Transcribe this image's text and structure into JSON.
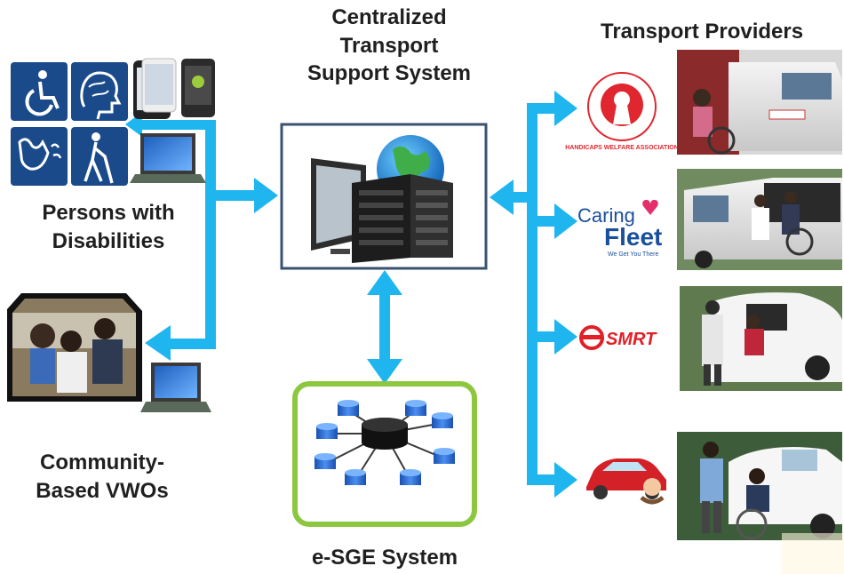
{
  "center": {
    "title_lines": [
      "Centralized",
      "Transport",
      "Support System"
    ]
  },
  "providers": {
    "title": "Transport Providers",
    "items": [
      {
        "name": "Handicaps Welfare Association",
        "logo_text": "HANDICAPS WELFARE ASSOCIATION",
        "logo_icon": "hwa-keyhole-logo"
      },
      {
        "name": "Caring Fleet",
        "logo_line1": "Caring",
        "logo_line2": "Fleet",
        "tagline": "We Get You There",
        "logo_icon": "caring-fleet-logo"
      },
      {
        "name": "SMRT",
        "logo_text": "SMRT",
        "logo_icon": "smrt-logo"
      },
      {
        "name": "Private car",
        "logo_icon": "red-car-driver-icon"
      }
    ]
  },
  "persons": {
    "title_lines": [
      "Persons with",
      "Disabilities"
    ]
  },
  "vwos": {
    "title_lines": [
      "Community-",
      "Based VWOs"
    ]
  },
  "esge": {
    "title": "e-SGE System"
  },
  "colors": {
    "arrow": "#1fb6f0",
    "server_box_border": "#3a5270",
    "esge_box_border": "#8dc63f",
    "disability_icon_bg": "#1a4a8a",
    "hwa_red": "#e0262f",
    "caring_blue": "#1a4f9c",
    "caring_pink": "#e4306a",
    "smrt_red": "#e21e26",
    "car_red": "#d42027"
  }
}
